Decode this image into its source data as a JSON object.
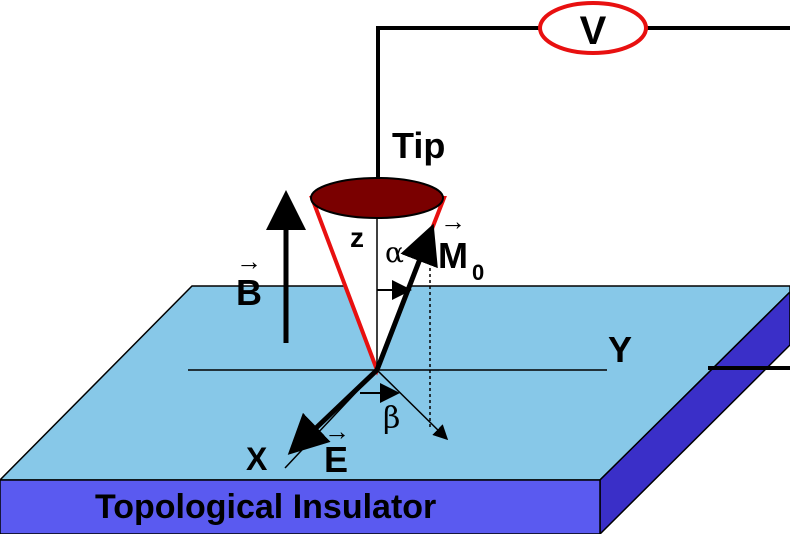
{
  "labels": {
    "voltmeter": "V",
    "tip": "Tip",
    "z": "z",
    "alpha": "α",
    "magnetization": "M",
    "magnetization_sub": "0",
    "field_b": "B",
    "axis_y": "Y",
    "axis_x": "X",
    "field_e": "E",
    "beta": "β",
    "substrate": "Topological Insulator",
    "vector_arrow": "→"
  },
  "colors": {
    "slab_top": "#87c8e8",
    "slab_front": "#5a5af0",
    "slab_side": "#3a2fc8",
    "cone_outline": "#e81010",
    "tip_cap": "#7a0000",
    "voltmeter_ring": "#e81010",
    "line": "#000000"
  }
}
